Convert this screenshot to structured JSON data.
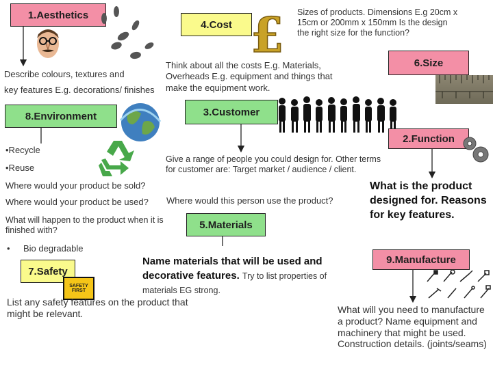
{
  "boxes": {
    "aesthetics": "1.Aesthetics",
    "cost": "4.Cost",
    "size": "6.Size",
    "environment": "8.Environment",
    "customer": "3.Customer",
    "function": "2.Function",
    "materials": "5.Materials",
    "safety": "7.Safety",
    "manufacture": "9.Manufacture"
  },
  "texts": {
    "size_desc": "Sizes of products. Dimensions E.g 20cm x 15cm or 200mm x 150mm Is the design the right size for the function?",
    "aesthetics_desc_1": "Describe colours, textures and",
    "aesthetics_desc_2": "key features E.g. decorations/ finishes",
    "cost_desc": "Think about all the costs E.g. Materials, Overheads E.g. equipment and things that make the equipment work.",
    "env_recycle": "•Recycle",
    "env_reuse": "•Reuse",
    "env_sold": "Where would your product be sold?",
    "env_used": "Where would your product be used?",
    "env_finished": "What will happen to the product when it is finished with?",
    "env_bio_bullet": "•",
    "env_bio": "Bio degradable",
    "customer_desc": "Give a range of people you could design for. Other terms for customer are: Target market / audience / client.",
    "customer_where": "Where would this person use the product?",
    "function_desc": "What is the product designed for. Reasons for key features.",
    "materials_main": "Name materials that will be used and decorative features.",
    "materials_small": "Try to list properties of materials EG strong.",
    "safety_desc": "List any safety features on the product that might be relevant.",
    "manufacture_desc": "What will you need to manufacture a product? Name equipment and machinery that might be used. Construction details. (joints/seams)",
    "safety_sign": "SAFETY FIRST"
  },
  "colors": {
    "aesthetics_box": "#f38fa6",
    "cost_box": "#fafa8c",
    "size_box": "#f38fa6",
    "environment_box": "#8fe08b",
    "customer_box": "#8fe08b",
    "function_box": "#f38fa6",
    "materials_box": "#8fe08b",
    "safety_box": "#fafa8c",
    "manufacture_box": "#f38fa6",
    "function_text": "#111111"
  },
  "icons": [
    "face-icon",
    "footprints-icon",
    "pound-icon",
    "ruler-image",
    "people-silhouettes",
    "globe-icon",
    "recycle-icon",
    "gears-icon",
    "tools-icon",
    "safety-sign-icon"
  ]
}
